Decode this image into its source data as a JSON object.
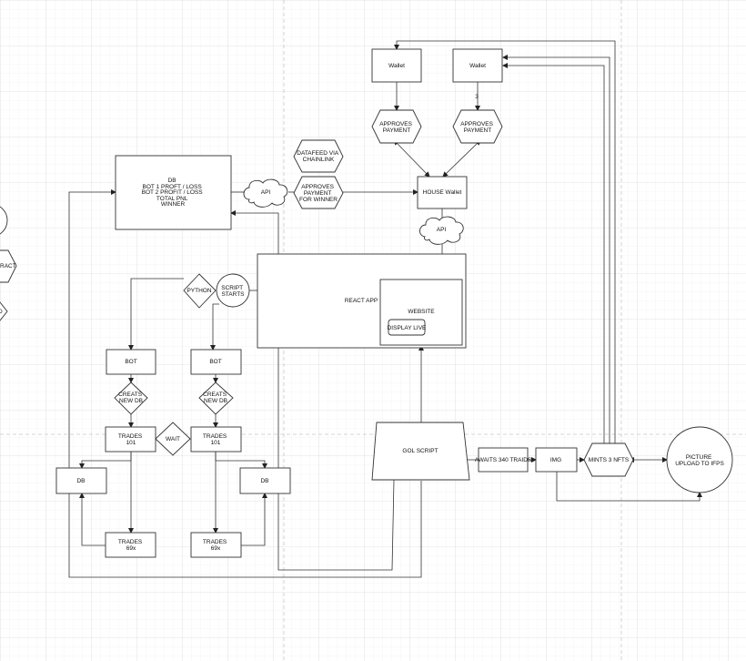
{
  "diagram": {
    "nodes": {
      "wallet_1": {
        "lines": [
          "Wallet"
        ]
      },
      "wallet_2": {
        "lines": [
          "Wallet"
        ]
      },
      "approves_payment_1": {
        "lines": [
          "APPROVES",
          "PAYMENT"
        ]
      },
      "approves_payment_2": {
        "lines": [
          "APPROVES",
          "PAYMENT"
        ]
      },
      "datafeed": {
        "lines": [
          "DATAFEED VIA",
          "CHAINLINK"
        ]
      },
      "approves_winner": {
        "lines": [
          "APPROVES",
          "PAYMENT",
          "FOR WINNER"
        ]
      },
      "house_wallet": {
        "lines": [
          "HOUSE Wallet"
        ]
      },
      "db_main": {
        "lines": [
          "DB",
          "BOT 1  PROFT / LOSS",
          "BOT 2 PROFIT / LOSS",
          "TOTAL PNL",
          "WINNER"
        ]
      },
      "api_cloud_1": {
        "lines": [
          "API"
        ]
      },
      "api_cloud_2": {
        "lines": [
          "API"
        ]
      },
      "react_app": {
        "lines": [
          "REACT APP"
        ]
      },
      "website": {
        "lines": [
          "WEBSITE"
        ]
      },
      "display_live": {
        "lines": [
          "DISPLAY LIVE"
        ]
      },
      "python": {
        "lines": [
          "PYTHON"
        ]
      },
      "script_starts": {
        "lines": [
          "SCRIPT",
          "STARTS"
        ]
      },
      "bot_1": {
        "lines": [
          "BOT"
        ]
      },
      "bot_2": {
        "lines": [
          "BOT"
        ]
      },
      "creates_db_1": {
        "lines": [
          "CREATS",
          "NEW DB"
        ]
      },
      "creates_db_2": {
        "lines": [
          "CREATS",
          "NEW DB"
        ]
      },
      "trades_101_1": {
        "lines": [
          "TRADES",
          "101"
        ]
      },
      "trades_101_2": {
        "lines": [
          "TRADES",
          "101"
        ]
      },
      "wait": {
        "lines": [
          "WAIT"
        ]
      },
      "db_left": {
        "lines": [
          "DB"
        ]
      },
      "db_right": {
        "lines": [
          "DB"
        ]
      },
      "trades_69_1": {
        "lines": [
          "TRADES",
          "69x"
        ]
      },
      "trades_69_2": {
        "lines": [
          "TRADES",
          "69x"
        ]
      },
      "gol_script": {
        "lines": [
          "GOL SCRIPT"
        ]
      },
      "awaits": {
        "lines": [
          "AWAITS 340 TRAIDS"
        ]
      },
      "img": {
        "lines": [
          "IMG"
        ]
      },
      "mints": {
        "lines": [
          "MINTS 3 NFTS"
        ]
      },
      "picture": {
        "lines": [
          "PICTURE",
          "UPLOAD TO IFPS"
        ]
      },
      "partial_tract": {
        "lines": [
          "RACT"
        ]
      },
      "partial_d": {
        "lines": [
          "D"
        ]
      }
    },
    "edge_labels": {
      "wallet2_note": "3"
    }
  }
}
